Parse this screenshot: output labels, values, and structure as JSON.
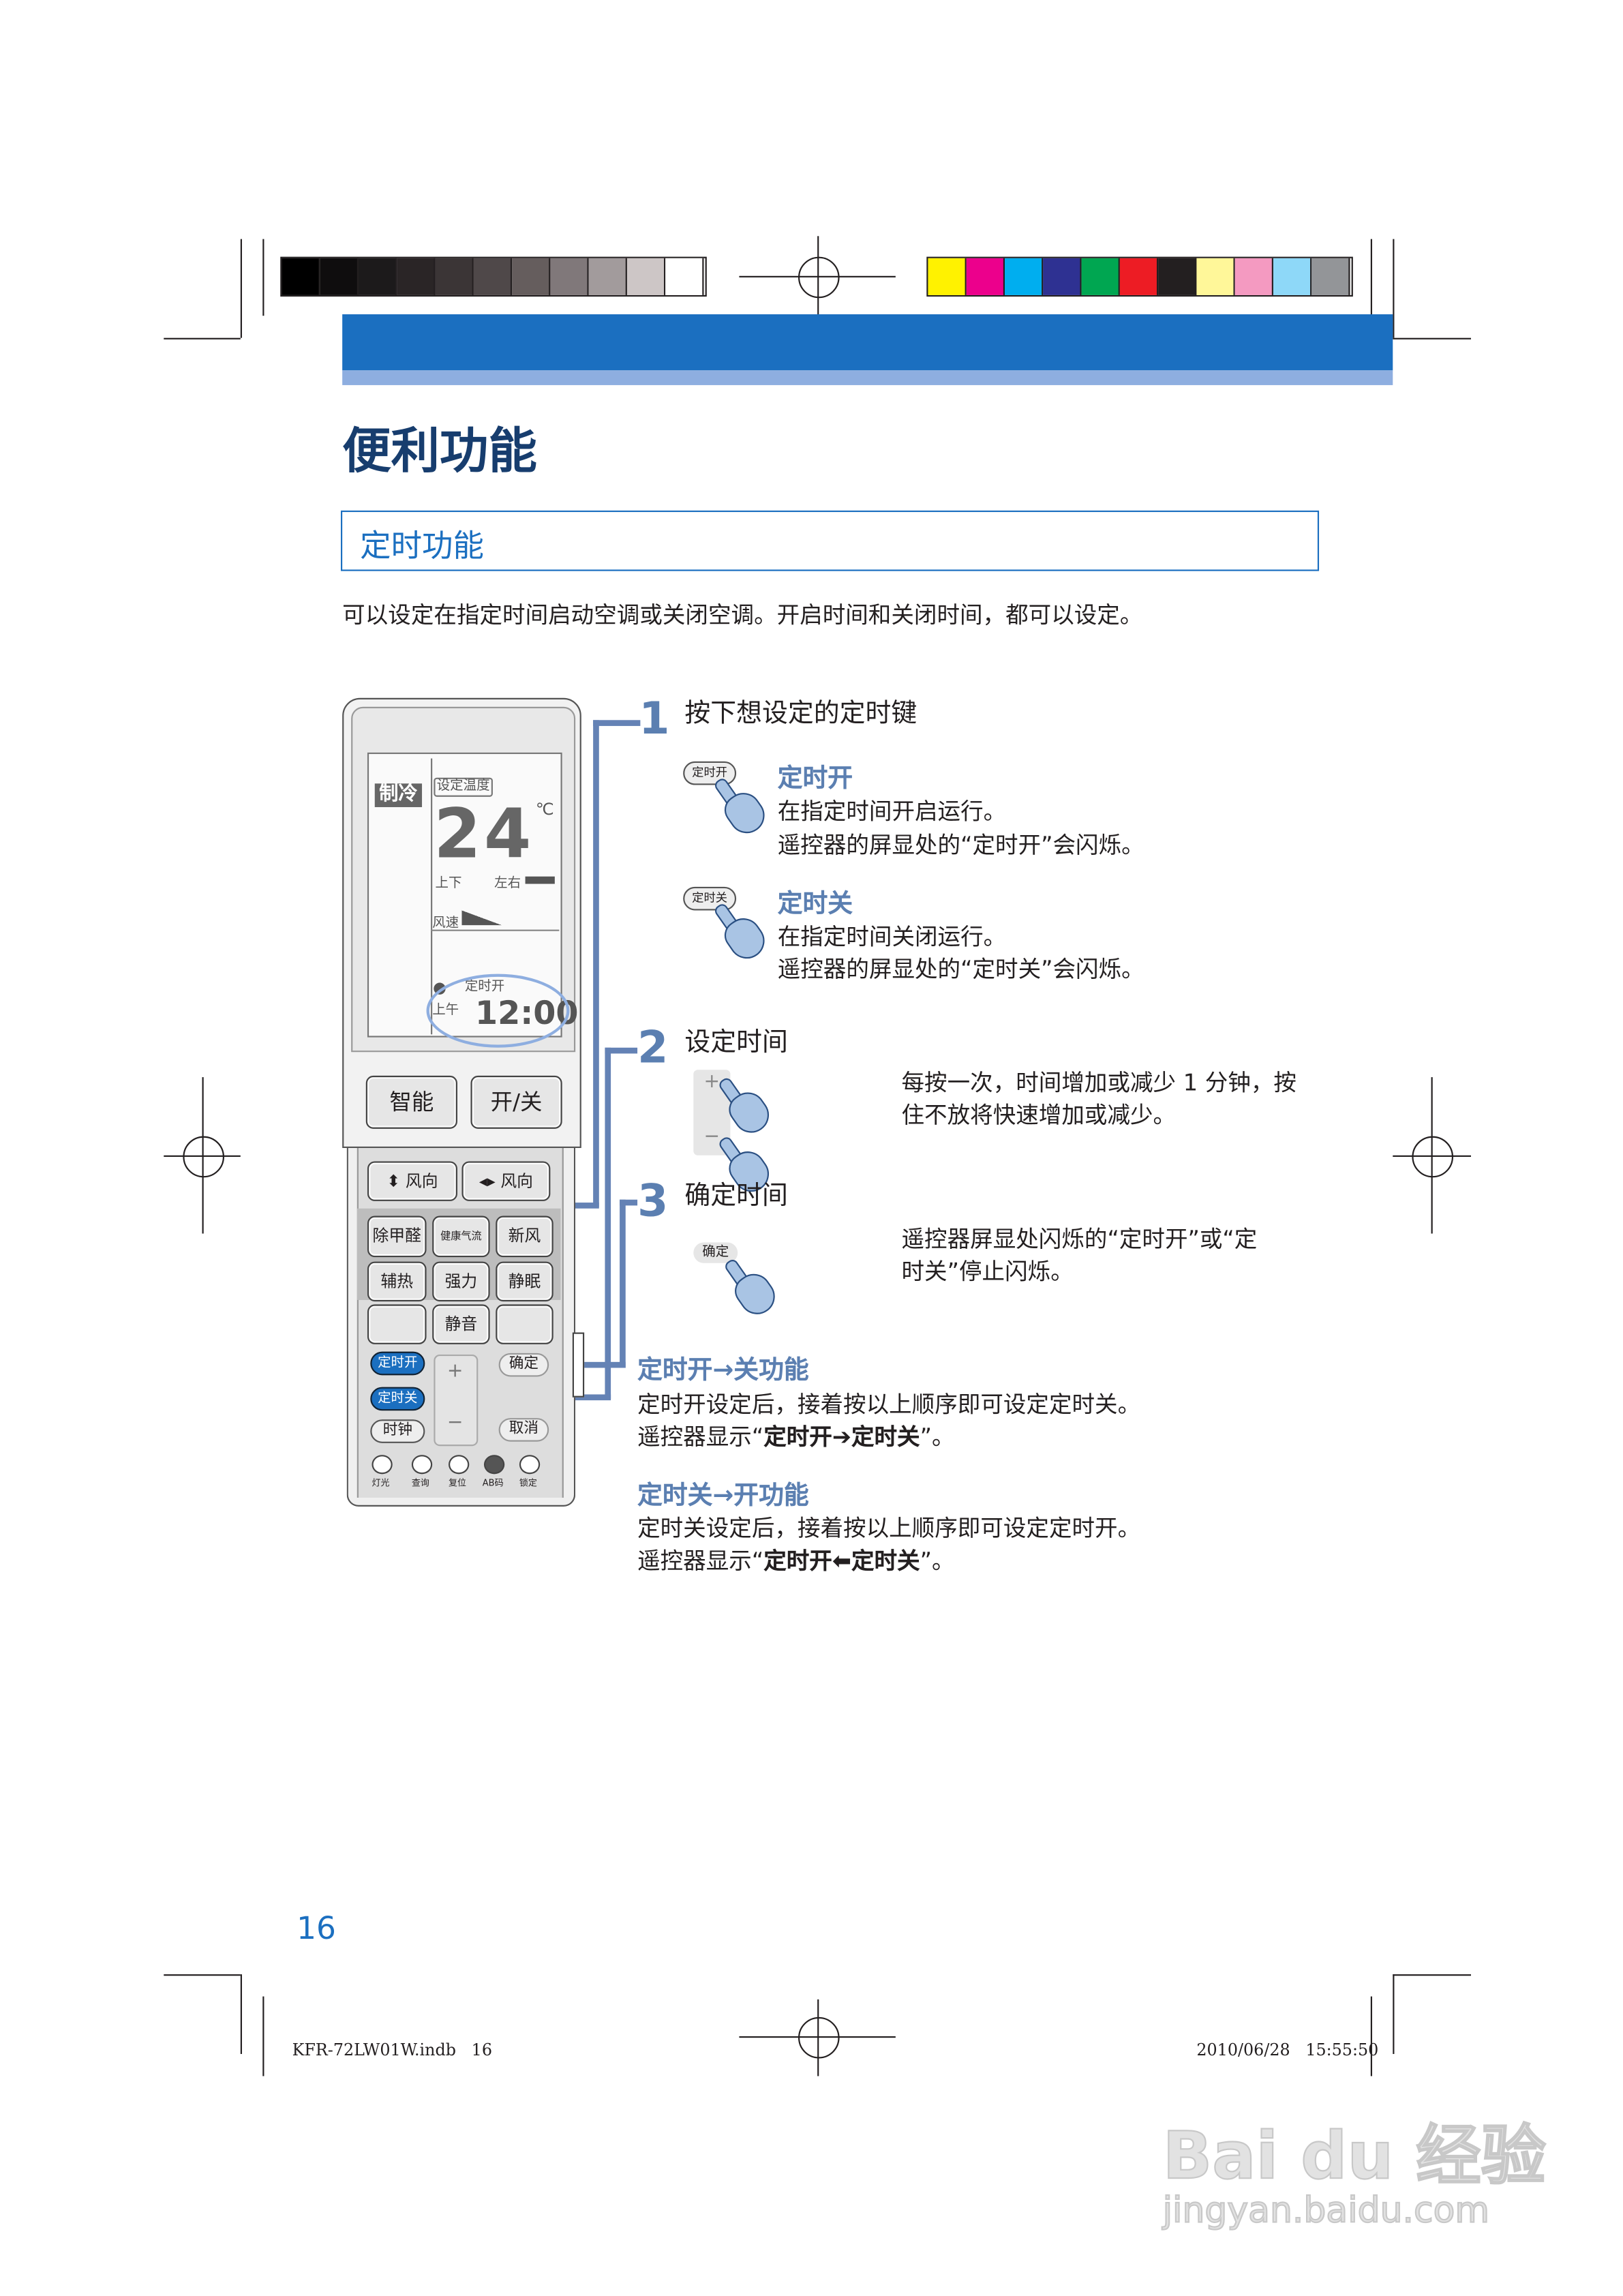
{
  "print_marks": {
    "gray_swatches": [
      "#000000",
      "#0f0d0e",
      "#1c1a1b",
      "#2a2526",
      "#3b3536",
      "#4f4849",
      "#655d5d",
      "#80787a",
      "#a29b9c",
      "#cdc6c6",
      "#ffffff"
    ],
    "color_swatches": [
      "#fff200",
      "#ec008c",
      "#00aeef",
      "#2e3192",
      "#00a651",
      "#ed1c24",
      "#231f20",
      "#fff799",
      "#f49ac1",
      "#8ed8f8",
      "#939598"
    ]
  },
  "colors": {
    "brand_blue": "#1b6fc0",
    "light_band": "#8eaee0",
    "accent_blue": "#5b7fb1",
    "connector": "#6482b5"
  },
  "page": {
    "title": "便利功能",
    "section_title": "定时功能",
    "intro": "可以设定在指定时间启动空调或关闭空调。开启时间和关闭时间，都可以设定。",
    "page_number": "16",
    "footer_left": "KFR-72LW01W.indb   16",
    "footer_right": "2010/06/28   15:55:50",
    "watermark": "Bai du 经验",
    "watermark_url": "jingyan.baidu.com"
  },
  "remote": {
    "mode": "制冷",
    "set_temp_label": "设定温度",
    "temperature": "24",
    "unit": "℃",
    "swing_ud": "上下",
    "swing_lr": "左右",
    "fan_speed": "风速",
    "timer_label": "定时开",
    "am": "上午",
    "time": "12:00",
    "btn_smart": "智能",
    "btn_power": "开/关",
    "btn_wind_ud": "风向",
    "btn_wind_lr": "风向",
    "grid": [
      "除甲醛",
      "健康气流",
      "新风",
      "辅热",
      "强力",
      "静眠",
      "",
      "静音",
      ""
    ],
    "btn_timer_on": "定时开",
    "btn_timer_off": "定时关",
    "btn_plus": "+",
    "btn_minus": "−",
    "btn_confirm": "确定",
    "btn_cancel": "取消",
    "btn_clock": "时钟",
    "bottom": [
      "灯光",
      "查询",
      "复位",
      "AB码",
      "锁定"
    ]
  },
  "steps": [
    {
      "number": "1",
      "title": "按下想设定的定时键",
      "items": [
        {
          "button": "定时开",
          "heading": "定时开",
          "lines": [
            "在指定时间开启运行。",
            "遥控器的屏显处的“定时开”会闪烁。"
          ]
        },
        {
          "button": "定时关",
          "heading": "定时关",
          "lines": [
            "在指定时间关闭运行。",
            "遥控器的屏显处的“定时关”会闪烁。"
          ]
        }
      ]
    },
    {
      "number": "2",
      "title": "设定时间",
      "buttons": [
        "+",
        "−"
      ],
      "lines": [
        "每按一次，时间增加或减少 1 分钟，按",
        "住不放将快速增加或减少。"
      ]
    },
    {
      "number": "3",
      "title": "确定时间",
      "button": "确定",
      "lines": [
        "遥控器屏显处闪烁的“定时开”或“定",
        "时关”停止闪烁。"
      ]
    }
  ],
  "functions": [
    {
      "heading": "定时开→关功能",
      "line1": "定时开设定后，接着按以上顺序即可设定定时关。",
      "line2_pre": "遥控器显示“",
      "line2_bold": "定时开➔定时关",
      "line2_post": "”。"
    },
    {
      "heading": "定时关→开功能",
      "line1": "定时关设定后，接着按以上顺序即可设定定时开。",
      "line2_pre": "遥控器显示“",
      "line2_bold": "定时开⬅定时关",
      "line2_post": "”。"
    }
  ]
}
